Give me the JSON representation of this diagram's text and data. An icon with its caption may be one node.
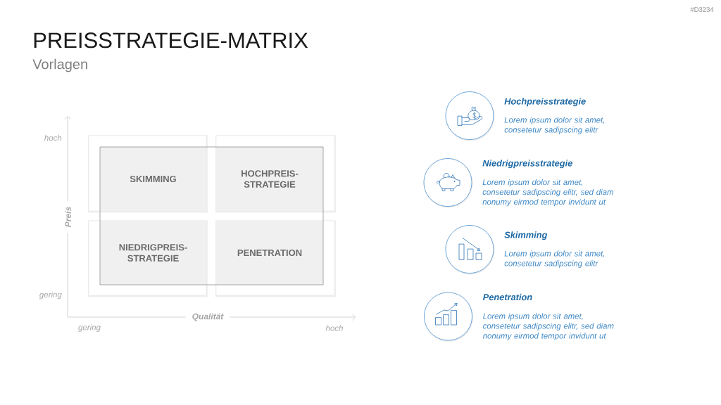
{
  "diagram": {
    "title": "PREISSTRATEGIE-MATRIX",
    "nodes": [
      {
        "text": [
          "SKIMMING"
        ]
      },
      {
        "text": [
          "HOCHPREIS- STRATEGIE"
        ]
      },
      {
        "text": [
          "NIEDRIGPREIS- STRATEGIE"
        ]
      },
      {
        "text": [
          "PENETRATION"
        ]
      },
      {
        "text": [],
        "shape": "circle",
        "beside": [
          "Hochpreisstrategie",
          "Lorem ipsum dolor sit amet, consetetur sadipscing elitr"
        ]
      },
      {
        "text": [],
        "shape": "circle",
        "beside": [
          "Niedrigpreisstrategie",
          "Lorem ipsum dolor sit amet, consetetur sadipscing elitr, sed diam nonumy eirmod tempor invidunt ut"
        ]
      },
      {
        "text": [],
        "shape": "circle",
        "beside": [
          "Skimming",
          "Lorem ipsum dolor sit amet, consetetur sadipscing elitr"
        ]
      },
      {
        "text": [],
        "shape": "circle",
        "beside": [
          "Penetration",
          "Lorem ipsum dolor sit amet, consetetur sadipscing elitr, sed diam nonumy eirmod tempor invidunt ut"
        ]
      }
    ],
    "labels": [
      "#D3234",
      "Vorlagen",
      "hoch",
      "Preis",
      "gering",
      "Qualität",
      "gering",
      "hoch"
    ]
  }
}
